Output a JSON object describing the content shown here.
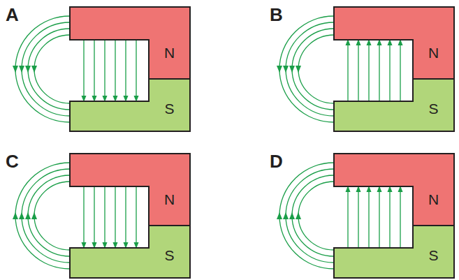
{
  "diagram": {
    "nodes": [
      {
        "text": [
          "N"
        ]
      },
      {
        "text": [
          "S"
        ]
      },
      {
        "text": [
          "N"
        ]
      },
      {
        "text": [
          "S"
        ]
      },
      {
        "text": [
          "N"
        ]
      },
      {
        "text": [
          "S"
        ]
      },
      {
        "text": [
          "N"
        ]
      },
      {
        "text": [
          "S"
        ]
      }
    ],
    "labels": [
      "A",
      "B",
      "C",
      "D"
    ]
  }
}
